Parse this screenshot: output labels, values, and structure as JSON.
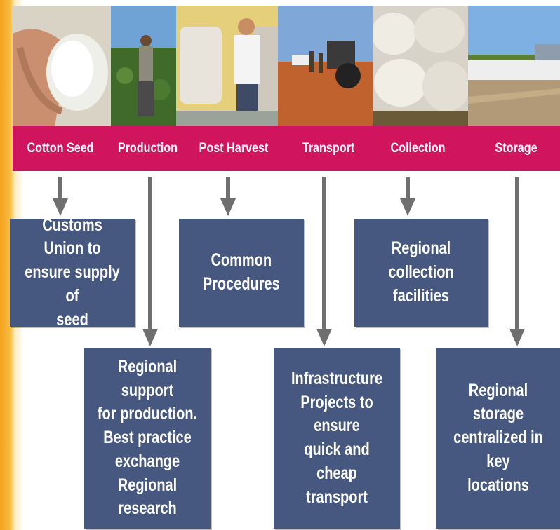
{
  "stages": [
    "Cotton Seed",
    "Production",
    "Post Harvest",
    "Transport",
    "Collection",
    "Storage"
  ],
  "boxes": {
    "customs": "Customs Union to\nensure supply of\nseed",
    "common": "Common\nProcedures",
    "collection": "Regional collection\nfacilities",
    "production": "Regional support\nfor production.\nBest practice\nexchange\nRegional research",
    "transport": "Infrastructure\nProjects to ensure\nquick and cheap\ntransport",
    "storage": "Regional storage\ncentralized in key\nlocations"
  },
  "colors": {
    "band": "#d0145e",
    "box": "#46587f",
    "arrow": "#6f6f6f",
    "left_stripe": "#f3a21e"
  }
}
